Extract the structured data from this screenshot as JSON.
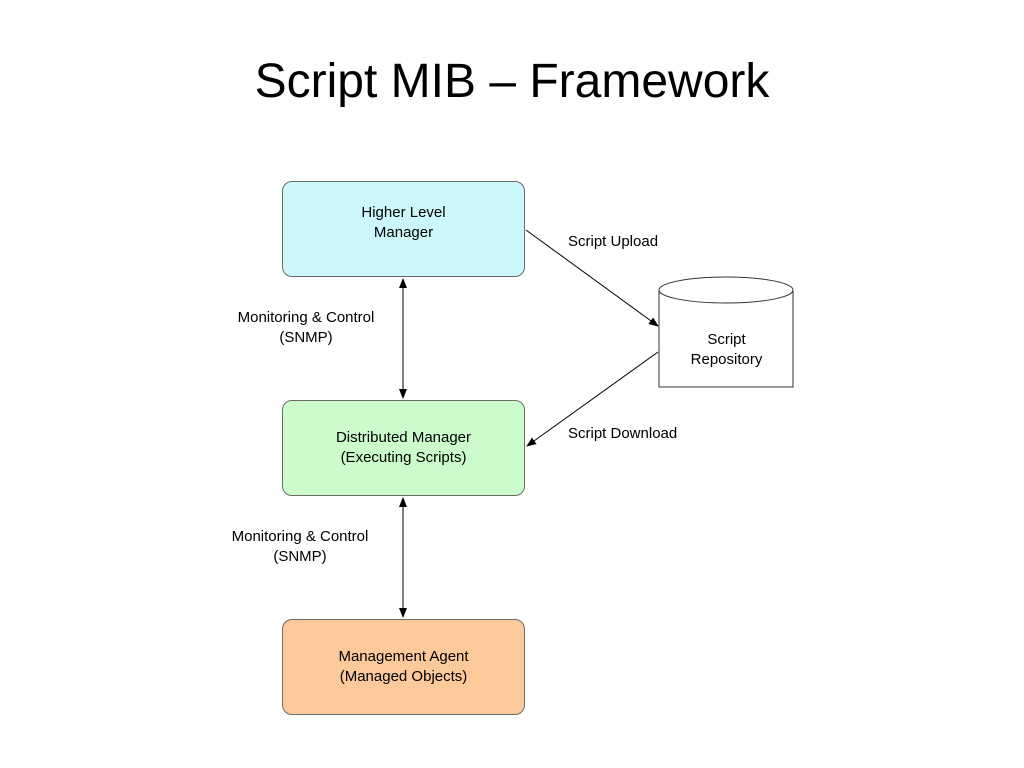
{
  "title": "Script MIB – Framework",
  "colors": {
    "higher_level_manager": "#ccf7fb",
    "distributed_manager": "#ccfccc",
    "management_agent": "#fcc99b",
    "repository": "#ffffff",
    "lines": "#000000"
  },
  "nodes": {
    "higher_level_manager": {
      "line1": "Higher Level",
      "line2": "Manager"
    },
    "distributed_manager": {
      "line1": "Distributed Manager",
      "line2": "(Executing Scripts)"
    },
    "management_agent": {
      "line1": "Management Agent",
      "line2": "(Managed Objects)"
    },
    "script_repository": {
      "line1": "Script",
      "line2": "Repository",
      "shape": "cylinder"
    }
  },
  "edges": {
    "monitoring_upper": {
      "line1": "Monitoring & Control",
      "line2": "(SNMP)",
      "direction": "bidirectional"
    },
    "monitoring_lower": {
      "line1": "Monitoring & Control",
      "line2": "(SNMP)",
      "direction": "bidirectional"
    },
    "script_upload": {
      "label": "Script Upload",
      "direction": "to-repository"
    },
    "script_download": {
      "label": "Script Download",
      "direction": "to-distributed-manager"
    }
  }
}
